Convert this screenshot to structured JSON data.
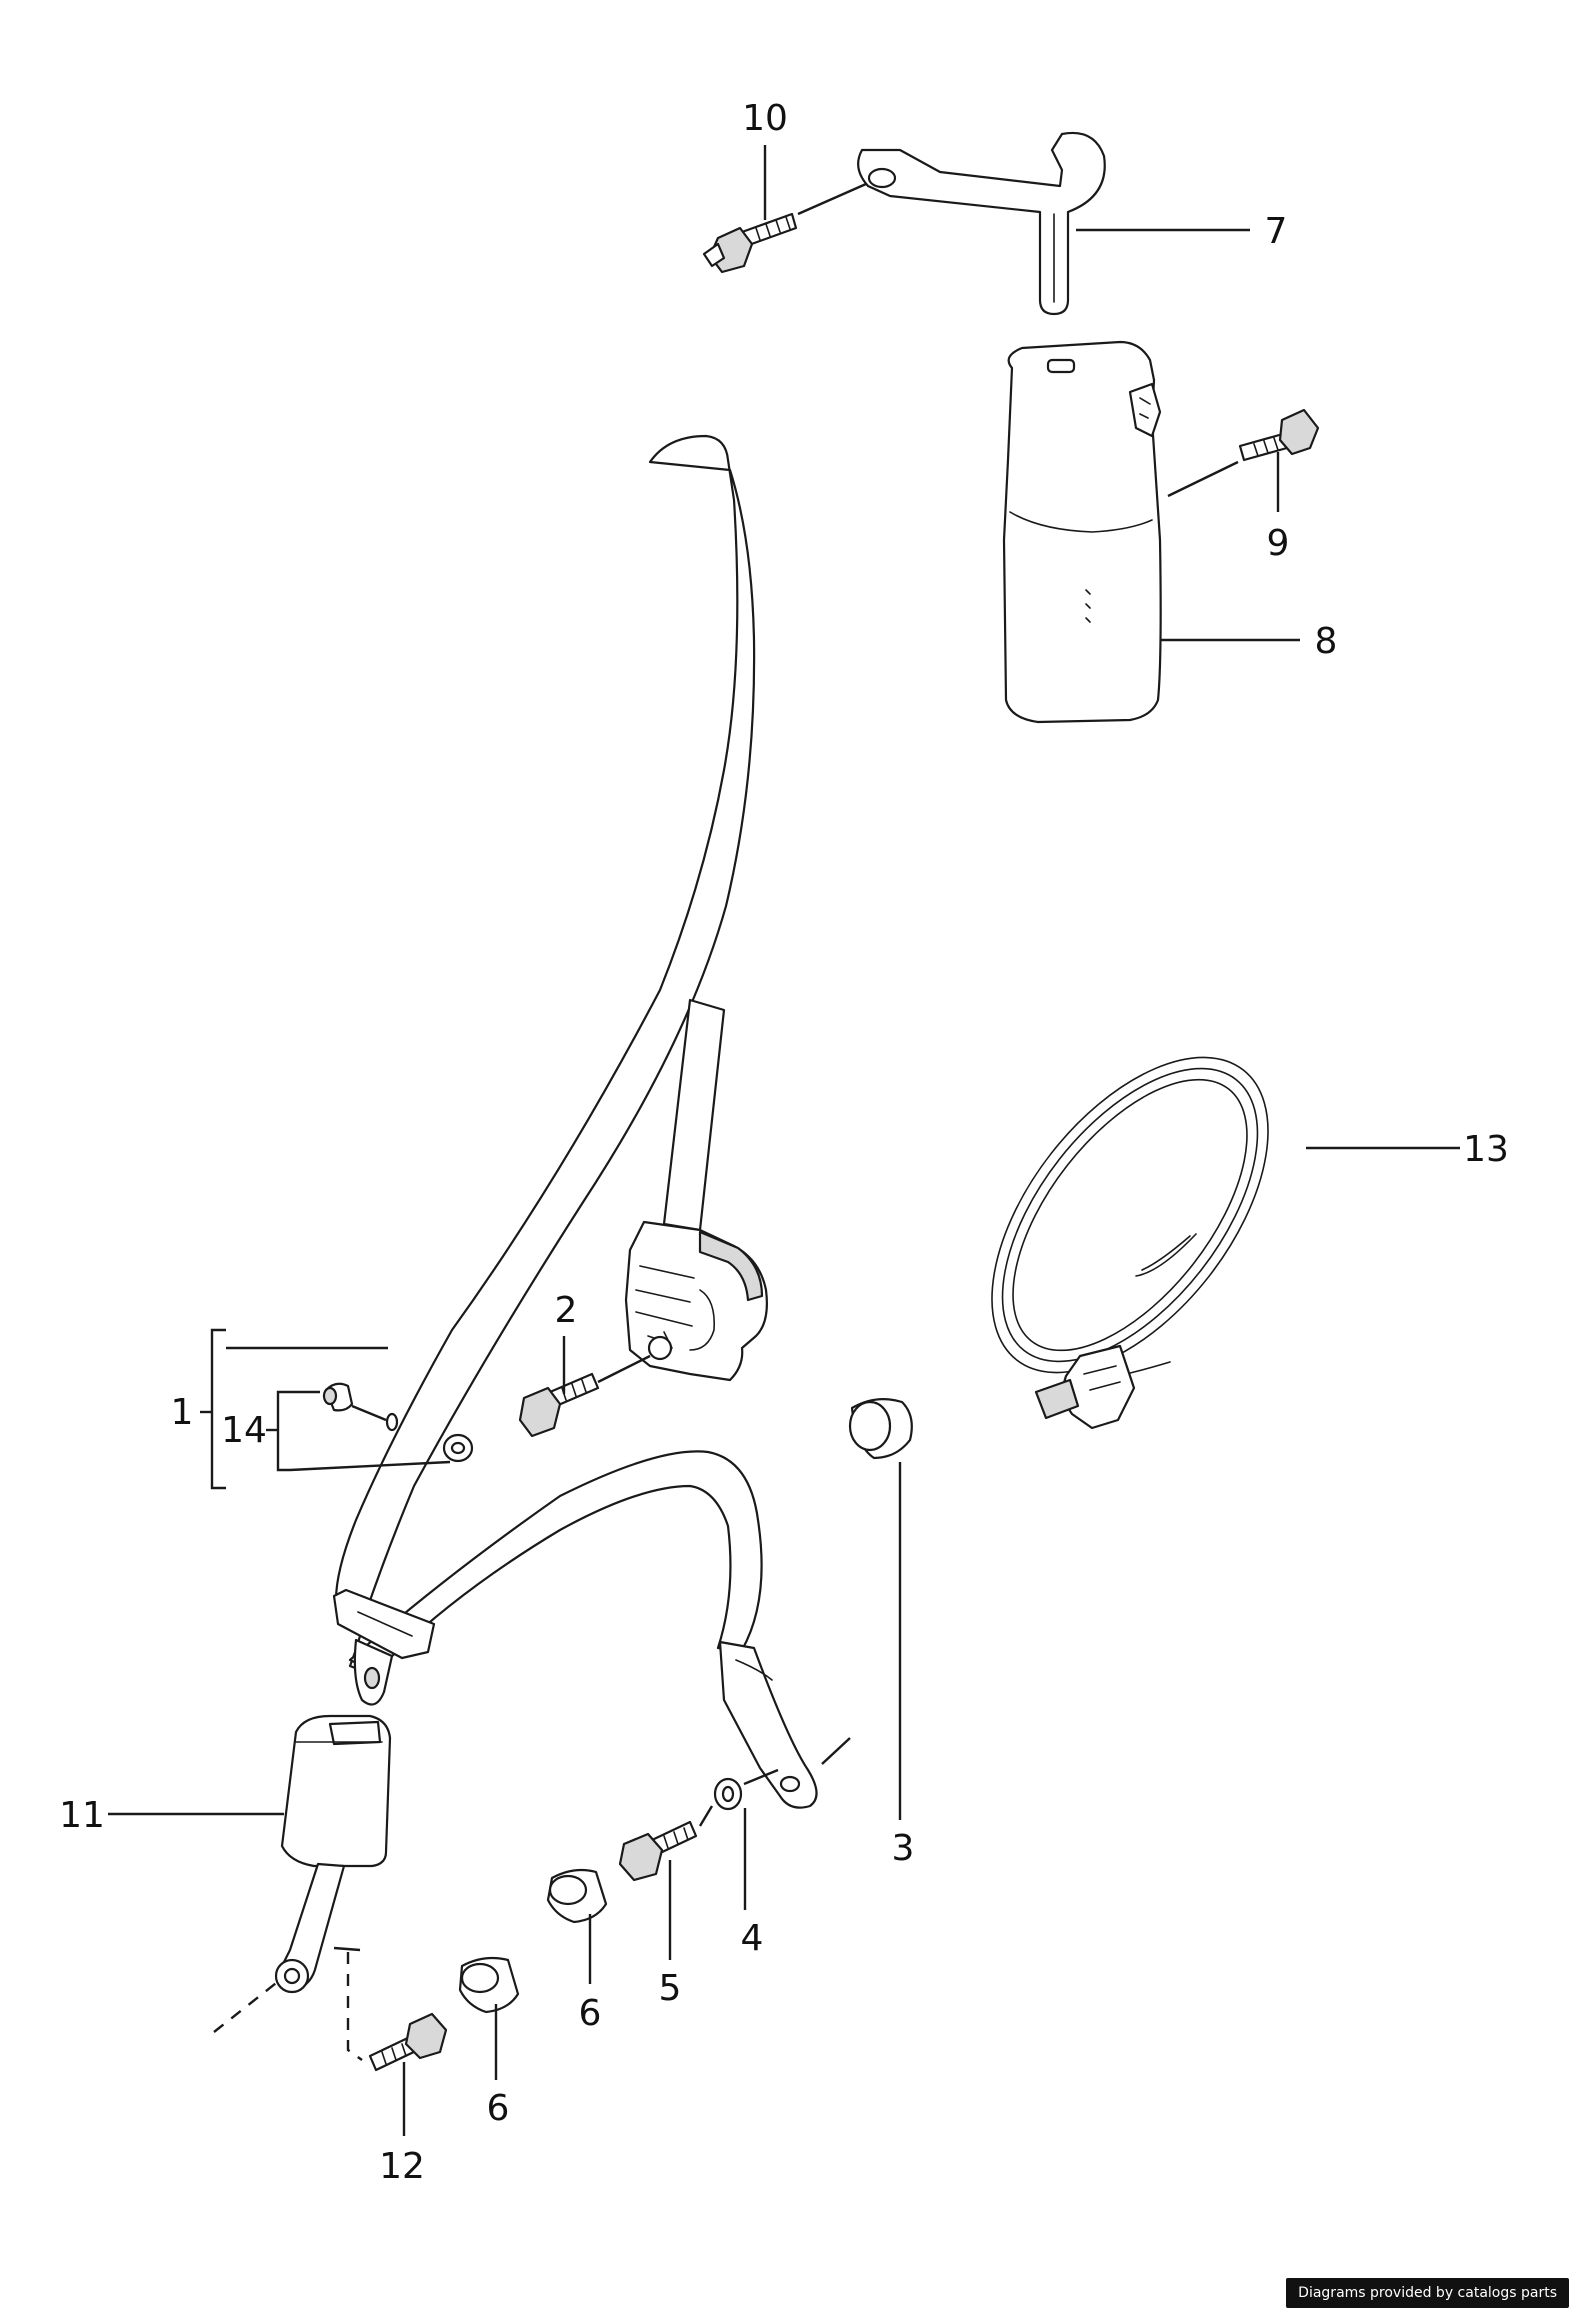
{
  "callouts": {
    "c1": "1",
    "c2": "2",
    "c3": "3",
    "c4": "4",
    "c5": "5",
    "c6a": "6",
    "c6b": "6",
    "c7": "7",
    "c8": "8",
    "c9": "9",
    "c10": "10",
    "c11": "11",
    "c12": "12",
    "c13": "13",
    "c14": "14"
  },
  "footer": {
    "credit": "Diagrams provided by catalogs parts"
  },
  "colors": {
    "line": "#1a1a1a",
    "background": "#ffffff",
    "badge": "#111111"
  }
}
